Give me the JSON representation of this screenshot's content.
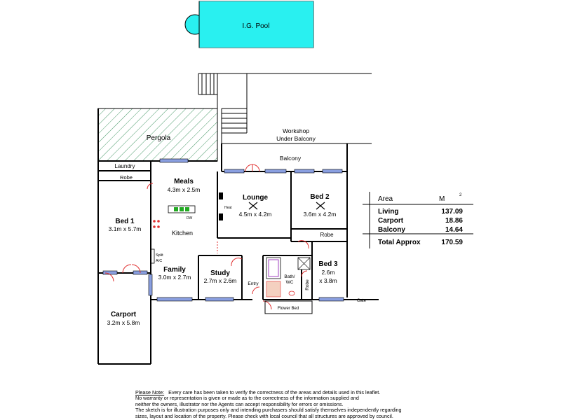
{
  "pool": {
    "label": "I.G. Pool",
    "color": "#29f0f0"
  },
  "colors": {
    "window": "#8a9fe0",
    "door": "#e03030",
    "hatch": "#4a9a6a",
    "stove": "#22aa22"
  },
  "rooms": {
    "pergola": {
      "name": "Pergola"
    },
    "workshop": {
      "line1": "Workshop",
      "line2": "Under Balcony"
    },
    "balcony": {
      "name": "Balcony"
    },
    "laundry": {
      "name": "Laundry"
    },
    "robe1": {
      "name": "Robe"
    },
    "meals": {
      "name": "Meals",
      "size": "4.3m x 2.5m"
    },
    "dw": {
      "name": "DW"
    },
    "kitchen": {
      "name": "Kitchen"
    },
    "lounge": {
      "name": "Lounge",
      "size": "4.5m x 4.2m"
    },
    "heat": {
      "name": "Heat"
    },
    "bed2": {
      "name": "Bed 2",
      "size": "3.6m x 4.2m"
    },
    "robe2": {
      "name": "Robe"
    },
    "bed1": {
      "name": "Bed 1",
      "size": "3.1m x 5.7m"
    },
    "split": {
      "line1": "Split",
      "line2": "A/C"
    },
    "family": {
      "name": "Family",
      "size": "3.0m x 2.7m"
    },
    "study": {
      "name": "Study",
      "size": "2.7m x 2.6m"
    },
    "entry": {
      "name": "Entry"
    },
    "bath": {
      "line1": "Bath/",
      "line2": "WC"
    },
    "robe3": {
      "name": "Robe"
    },
    "bed3": {
      "name": "Bed 3",
      "size1": "2.6m",
      "size2": "x 3.8m"
    },
    "flowerbed": {
      "name": "Flower Bed"
    },
    "gate": {
      "name": "Gate"
    },
    "carport": {
      "name": "Carport",
      "size": "3.2m x 5.8m"
    }
  },
  "area_table": {
    "header": "Area",
    "unit": "M",
    "unit_sup": "2",
    "rows": [
      {
        "label": "Living",
        "value": "137.09"
      },
      {
        "label": "Carport",
        "value": "18.86"
      },
      {
        "label": "Balcony",
        "value": "14.64"
      }
    ],
    "total": {
      "label": "Total Approx",
      "value": "170.59"
    }
  },
  "note": {
    "heading": "Please Note:",
    "line1": "Every care has been taken to verify the correctness of the areas and details used in this leaflet.",
    "line2": "No warranty or representation is given or made as to the correctness of the information supplied and",
    "line3": "neither the owners, illustrator nor the Agents can accept responsibility for errors or omissions.",
    "line4": "The sketch is for illustration purposes only and intending purchasers should satisfy themselves independently regarding",
    "line5": "sizes, layout and location of the property. Please check with local council that all structures are approved by council."
  }
}
